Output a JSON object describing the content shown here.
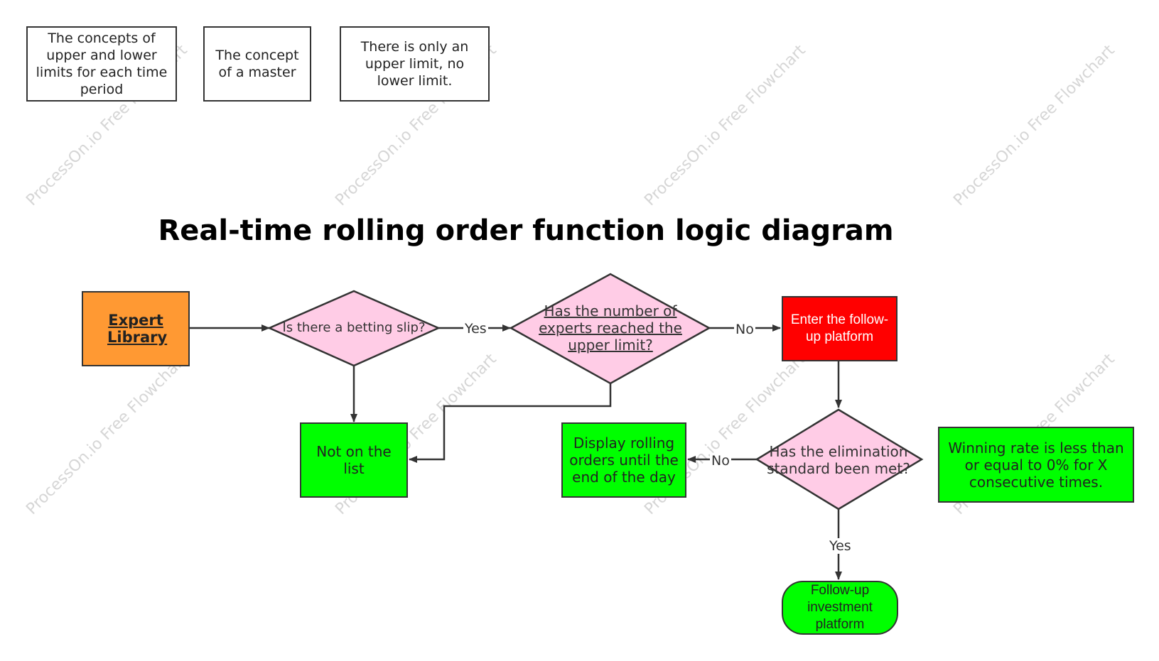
{
  "watermark": "ProcessOn.io Free Flowchart",
  "notes": [
    "The concepts of upper and lower limits for each time period",
    "The concept of a master",
    "There is only an upper limit, no lower limit."
  ],
  "title": "Real-time rolling order function logic diagram",
  "nodes": {
    "expert_library": "Expert Library",
    "betting_slip": "Is there a betting slip?",
    "upper_limit": "Has the number of experts reached the upper limit?",
    "enter_followup": "Enter the follow-up platform",
    "not_on_list": "Not on the list",
    "display_rolling": "Display rolling orders until the end of the day",
    "elimination": "Has the elimination standard been met?",
    "winning_rate": "Winning rate is less than or equal to 0% for X consecutive times.",
    "followup_investment": "Follow-up investment platform"
  },
  "edge_labels": {
    "yes_1": "Yes",
    "no_1": "No",
    "no_2": "No",
    "yes_2": "Yes"
  },
  "colors": {
    "orange": "#ff9933",
    "pink": "#ffcce6",
    "red": "#ff0000",
    "green": "#00ff00",
    "stroke": "#333333"
  }
}
